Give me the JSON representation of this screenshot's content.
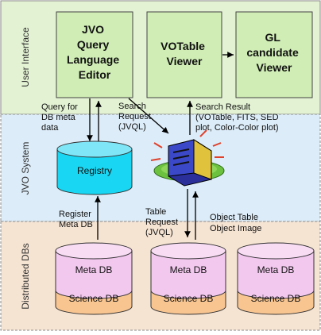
{
  "layers": {
    "ui": "User Interface",
    "system": "JVO System",
    "dbs": "Distributed DBs"
  },
  "boxes": {
    "jvo_editor": [
      "JVO",
      "Query",
      "Language",
      "Editor"
    ],
    "votable_viewer": [
      "VOTable",
      "Viewer"
    ],
    "gl_viewer": [
      "GL",
      "candidate",
      "Viewer"
    ],
    "registry": "Registry"
  },
  "labels": {
    "query_meta": [
      "Query for",
      "DB meta",
      "data"
    ],
    "search_request": [
      "Search",
      "Request",
      "(JVQL)"
    ],
    "search_result": [
      "Search Result",
      "(VOTable, FITS, SED",
      "plot, Color-Color plot)"
    ],
    "register_meta": [
      "Register",
      "Meta DB"
    ],
    "table_request": [
      "Table",
      "Request",
      "(JVQL)"
    ],
    "object_result": [
      "Object Table",
      "Object Image"
    ]
  },
  "databases": [
    {
      "top": "Meta DB",
      "bottom": "Science DB"
    },
    {
      "top": "Meta DB",
      "bottom": "Science DB"
    },
    {
      "top": "Meta DB",
      "bottom": "Science DB"
    }
  ],
  "colors": {
    "ui_band": "#e3f2d3",
    "system_band": "#dcecf8",
    "db_band": "#f6e4d3",
    "box_fill": "#cfedb4",
    "registry_fill": "#19d7f2",
    "db_top": "#f3c8ef",
    "db_bottom": "#f8c591"
  }
}
